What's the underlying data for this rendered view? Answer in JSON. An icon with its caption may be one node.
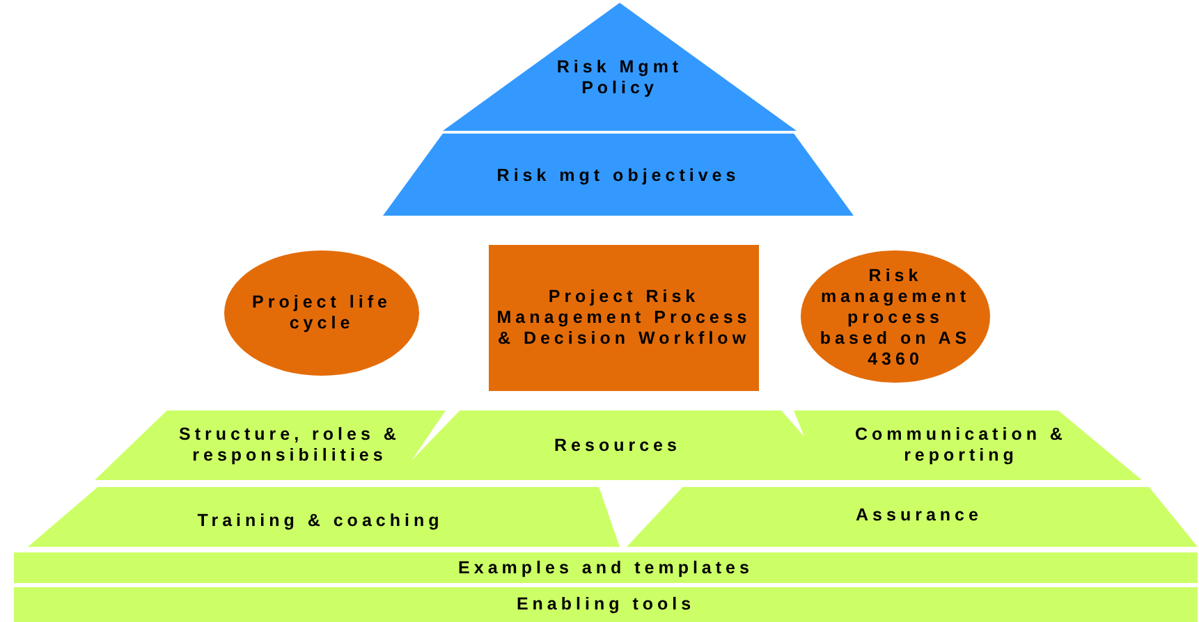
{
  "diagram": {
    "nodes": [
      {
        "text": [
          "Risk Mgmt Policy"
        ]
      },
      {
        "text": [
          "Risk mgt objectives"
        ]
      },
      {
        "text": [
          "Project life cycle"
        ]
      },
      {
        "text": [
          "Project Risk Management Process & Decision Workflow"
        ]
      },
      {
        "text": [
          "Risk management process based on AS 4360"
        ]
      },
      {
        "text": [
          "Structure, roles & responsibilities"
        ]
      },
      {
        "text": [
          "Resources"
        ]
      },
      {
        "text": [
          "Communication & reporting"
        ]
      },
      {
        "text": [
          "Training & coaching"
        ]
      },
      {
        "text": [
          "Assurance"
        ]
      },
      {
        "text": [
          "Examples and templates"
        ]
      },
      {
        "text": [
          "Enabling tools"
        ]
      }
    ],
    "edges": []
  }
}
